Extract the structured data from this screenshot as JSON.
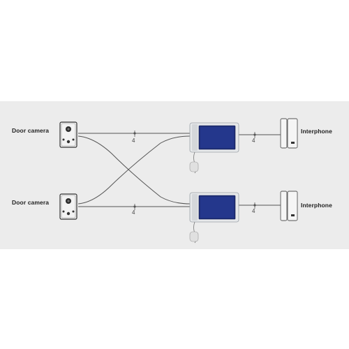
{
  "labels": {
    "door_camera_top": "Door camera",
    "door_camera_bottom": "Door camera",
    "interphone_top": "Interphone",
    "interphone_bottom": "Interphone"
  },
  "wire_counts": {
    "camera_top": "4",
    "camera_bottom": "4",
    "interphone_top": "4",
    "interphone_bottom": "4"
  },
  "colors": {
    "background": "#ececec",
    "wire": "#555555",
    "monitor_body": "#e6e8ea",
    "monitor_screen": "#1f2f7a",
    "camera_body": "#f2f2f2"
  }
}
